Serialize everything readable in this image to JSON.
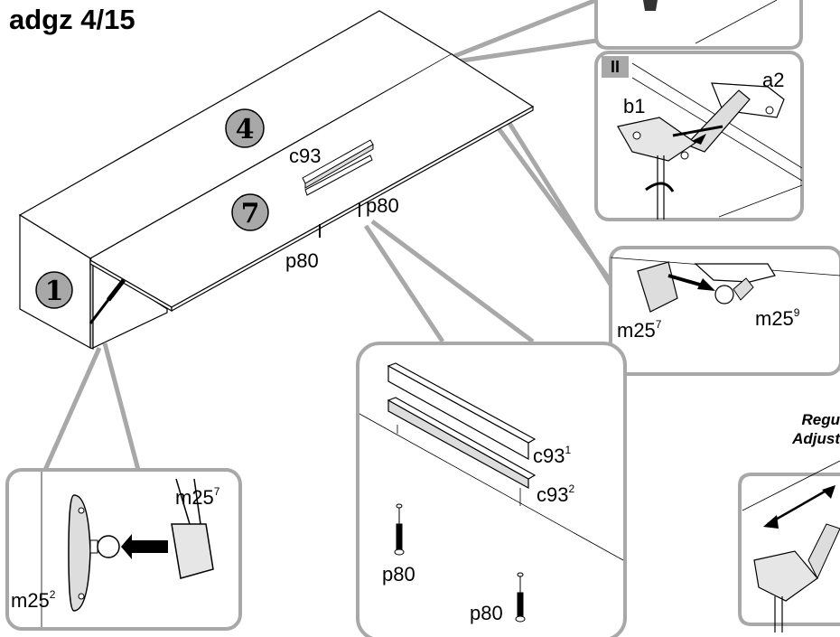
{
  "page": {
    "title": "adgz 4/15"
  },
  "parts": {
    "panel_1": "1",
    "panel_4": "4",
    "panel_7": "7"
  },
  "main_labels": {
    "c93": "c93",
    "p80_right": "p80",
    "p80_left": "p80"
  },
  "panel_II": {
    "step": "II",
    "a2": "a2",
    "b1": "b1"
  },
  "panel_ball": {
    "m25_7": "m25",
    "m25_7_sup": "7",
    "m25_9": "m25",
    "m25_9_sup": "9"
  },
  "panel_rail": {
    "c93_1": "c93",
    "c93_1_sup": "1",
    "c93_2": "c93",
    "c93_2_sup": "2",
    "p80_a": "p80",
    "p80_b": "p80"
  },
  "panel_mount": {
    "m25_7": "m25",
    "m25_7_sup": "7",
    "m25_2": "m25",
    "m25_2_sup": "2"
  },
  "adjust_note": {
    "line1": "Regu",
    "line2": "Adjust"
  }
}
